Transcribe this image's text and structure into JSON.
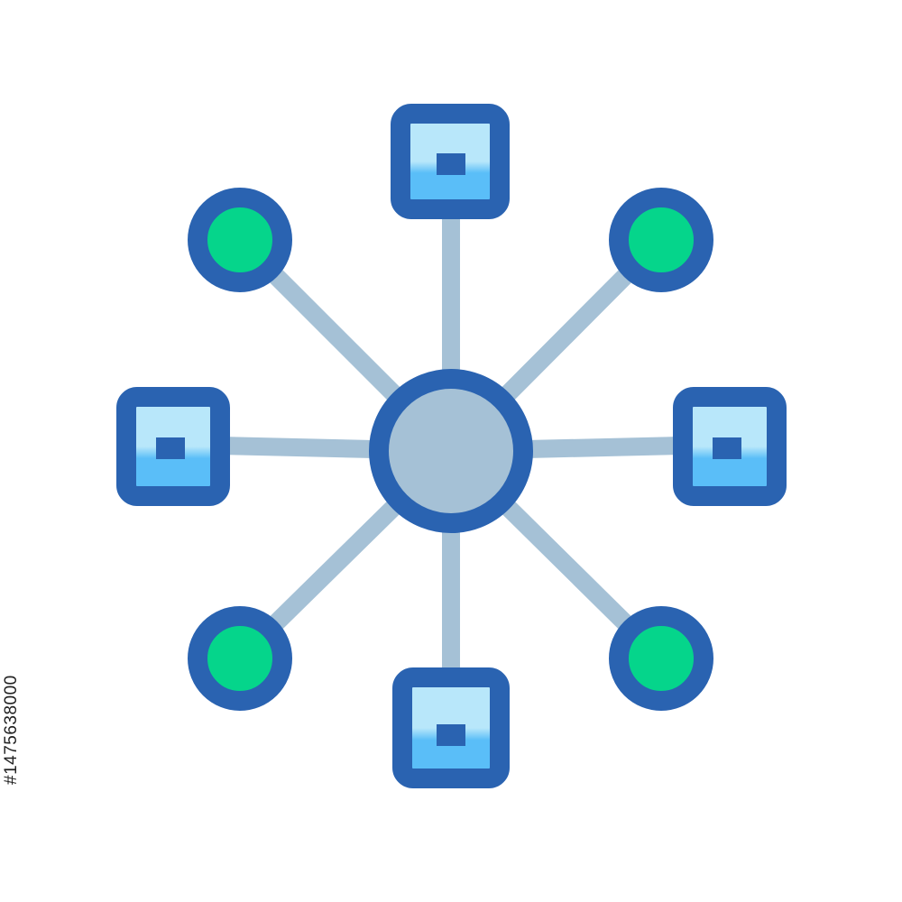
{
  "icon": {
    "name": "network-hub-icon",
    "hub": {
      "fill": "#a5c1d6",
      "stroke": "#2a63b1"
    },
    "connector_color": "#a5c1d6",
    "square_nodes": {
      "count": 4,
      "fill_top": "#b8e7fa",
      "fill_bottom": "#5abef8",
      "stroke": "#2a63b1"
    },
    "round_nodes": {
      "count": 4,
      "fill": "#05d58b",
      "stroke": "#2a63b1"
    }
  },
  "watermark": {
    "stock_id": "#1475638000"
  }
}
